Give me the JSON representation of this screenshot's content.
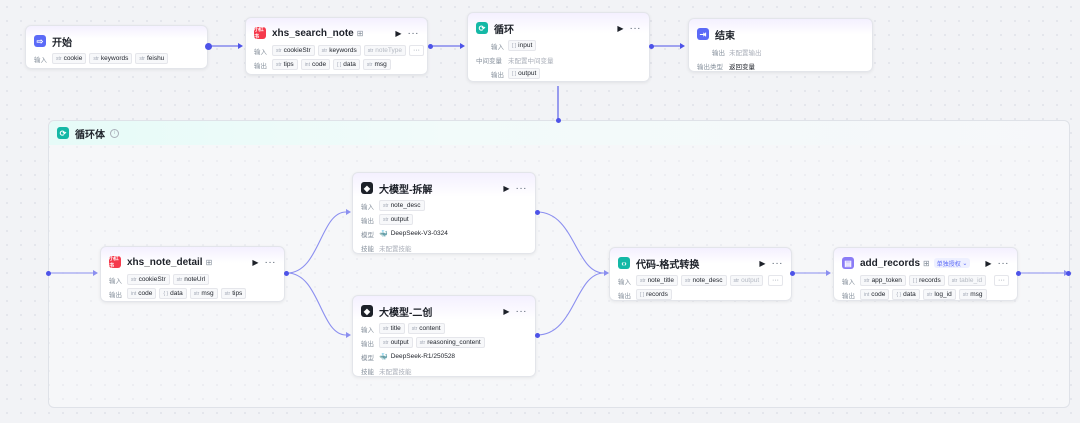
{
  "nodes": {
    "start": {
      "title": "开始",
      "rows": [
        {
          "label": "输入",
          "tags": [
            "cookie",
            "keywords",
            "feishu"
          ]
        }
      ]
    },
    "search": {
      "title": "xhs_search_note",
      "rows": [
        {
          "label": "输入",
          "tags": [
            "cookieStr",
            "keywords",
            "noteType"
          ]
        },
        {
          "label": "输出",
          "tags": [
            "tips",
            "code",
            "data",
            "msg"
          ]
        }
      ],
      "more": "···"
    },
    "loop": {
      "title": "循环",
      "rows": [
        {
          "label": "输入",
          "tags": [
            "input"
          ]
        },
        {
          "label": "中间变量",
          "value": "未配置中间变量"
        },
        {
          "label": "输出",
          "tags": [
            "output"
          ]
        }
      ]
    },
    "end": {
      "title": "结束",
      "rows": [
        {
          "label": "输出",
          "value": "未配置输出"
        },
        {
          "label": "输出类型",
          "value": "返回变量"
        }
      ]
    },
    "loop_body": {
      "title": "循环体"
    },
    "detail": {
      "title": "xhs_note_detail",
      "rows": [
        {
          "label": "输入",
          "tags": [
            "cookieStr",
            "noteUrl"
          ]
        },
        {
          "label": "输出",
          "tags": [
            "code",
            "data",
            "msg",
            "tips"
          ]
        }
      ]
    },
    "llm1": {
      "title": "大模型-拆解",
      "rows": [
        {
          "label": "输入",
          "tags": [
            "note_desc"
          ]
        },
        {
          "label": "输出",
          "tags": [
            "output"
          ]
        },
        {
          "label": "模型",
          "value": "DeepSeek-V3-0324"
        },
        {
          "label": "技能",
          "value": "未配置技能"
        }
      ]
    },
    "llm2": {
      "title": "大模型-二创",
      "rows": [
        {
          "label": "输入",
          "tags": [
            "title",
            "content"
          ]
        },
        {
          "label": "输出",
          "tags": [
            "output",
            "reasoning_content"
          ]
        },
        {
          "label": "模型",
          "value": "DeepSeek-R1/250528"
        },
        {
          "label": "技能",
          "value": "未配置技能"
        }
      ]
    },
    "code": {
      "title": "代码-格式转换",
      "rows": [
        {
          "label": "输入",
          "tags": [
            "note_title",
            "note_desc",
            "output"
          ]
        },
        {
          "label": "输出",
          "tags": [
            "records"
          ]
        }
      ],
      "more": "···"
    },
    "records": {
      "title": "add_records",
      "badge": "单独授权",
      "rows": [
        {
          "label": "输入",
          "tags": [
            "app_token",
            "records",
            "table_id"
          ]
        },
        {
          "label": "输出",
          "tags": [
            "code",
            "data",
            "log_id",
            "msg"
          ]
        }
      ],
      "more": "···"
    }
  },
  "icons": {
    "run": "play-icon",
    "more": "more-icon"
  },
  "colors": {
    "wire": "#4d53e8",
    "accent": "#5b6af7",
    "loop": "#14b8a6",
    "plugin": "#f5394b"
  }
}
